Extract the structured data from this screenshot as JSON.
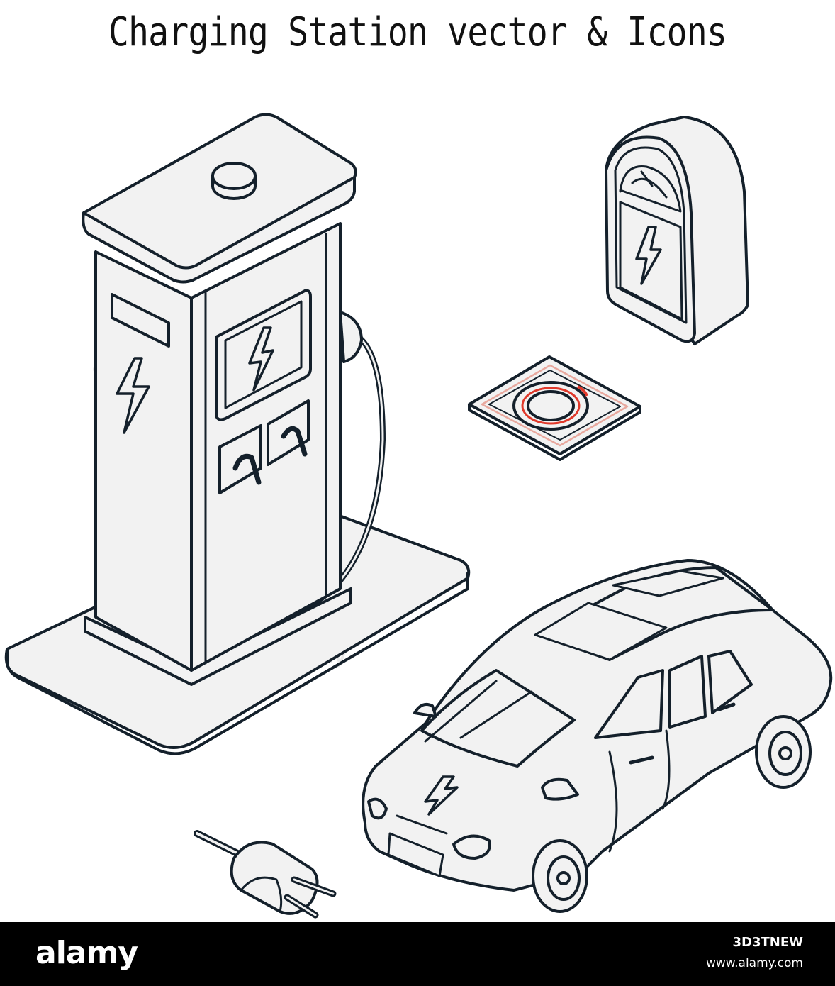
{
  "title": "Charging Station vector & Icons",
  "watermark_text": "alamy",
  "footer": {
    "logo": "alamy",
    "image_id": "3D3TNEW",
    "url": "www.alamy.com"
  },
  "icons": {
    "station": "charging-station-icon",
    "wall_box": "wall-charger-icon",
    "pad": "wireless-charging-pad-icon",
    "car": "electric-car-icon",
    "plug": "plug-icon"
  },
  "colors": {
    "stroke": "#14202b",
    "fill": "#f2f2f2",
    "accent": "#e0392b",
    "background": "#ffffff",
    "footer": "#000000"
  }
}
